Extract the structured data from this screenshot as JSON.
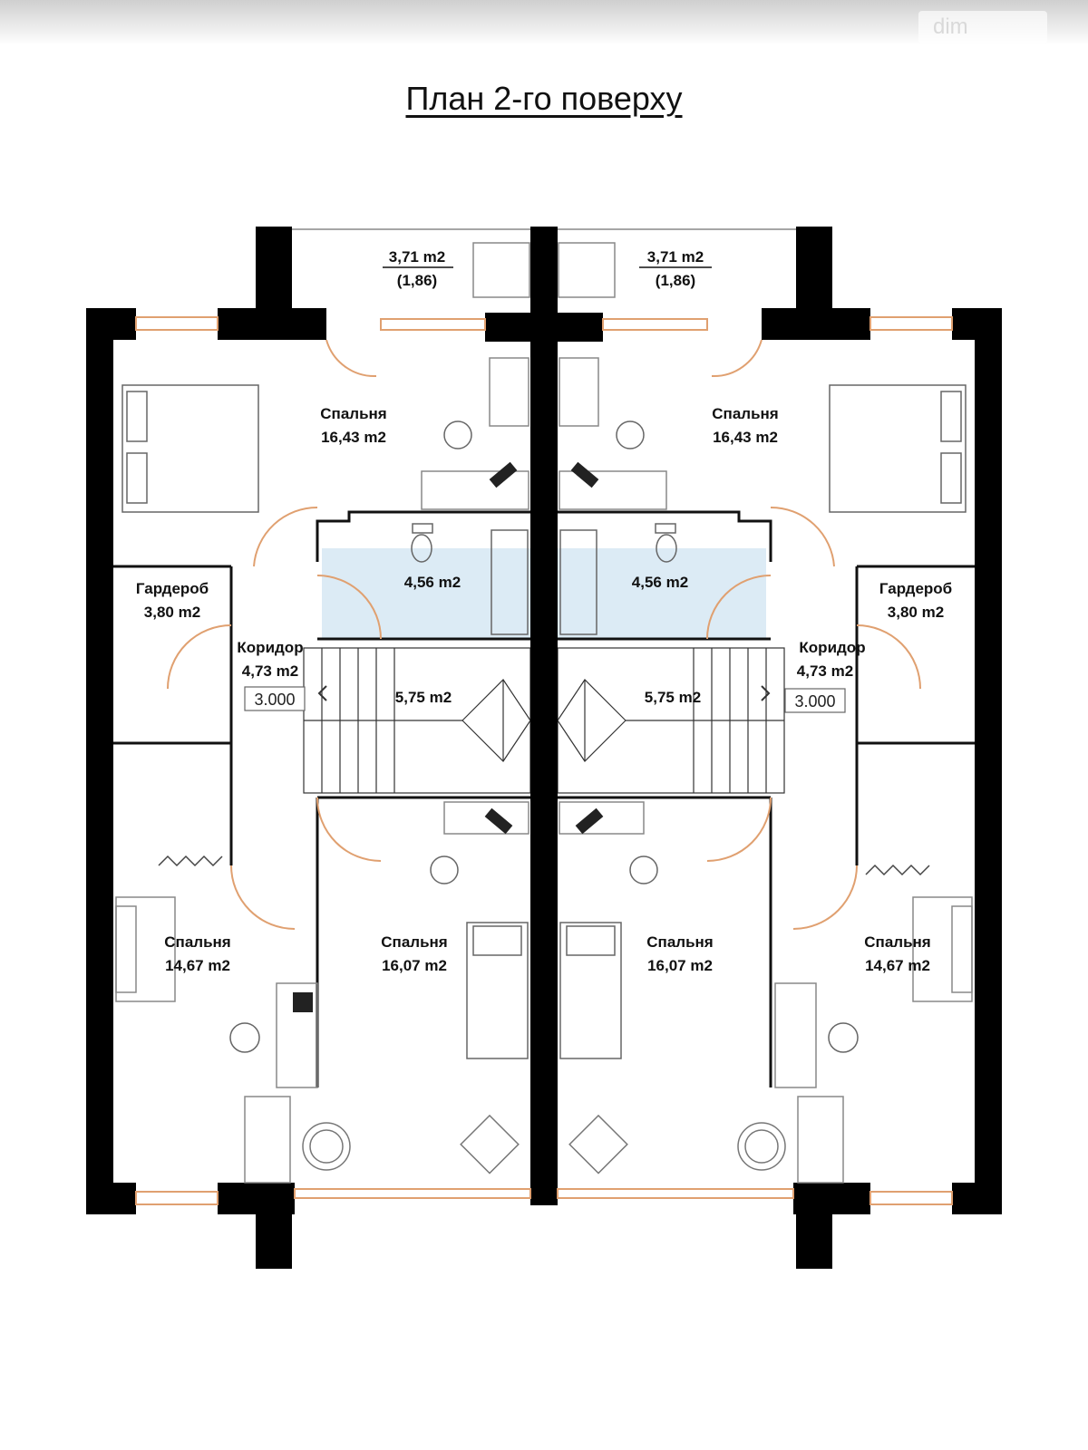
{
  "title": "План 2-го поверху",
  "watermark": "dim",
  "labels": {
    "balcony_area": "3,71 m2",
    "balcony_sub": "(1,86)",
    "master_bedroom": "Спальня",
    "master_bedroom_area": "16,43 m2",
    "bathroom_area": "4,56 m2",
    "wardrobe": "Гардероб",
    "wardrobe_area": "3,80 m2",
    "corridor": "Коридор",
    "corridor_area": "4,73 m2",
    "level_mark": "3.000",
    "stair_area": "5,75 m2",
    "bedroom_side": "Спальня",
    "bedroom_side_area": "14,67 m2",
    "bedroom_rear": "Спальня",
    "bedroom_rear_area": "16,07 m2"
  },
  "colors": {
    "wall": "#000000",
    "window_frame": "#e0a070",
    "tile": "#dcebf5",
    "door_arc": "#e0a070"
  }
}
